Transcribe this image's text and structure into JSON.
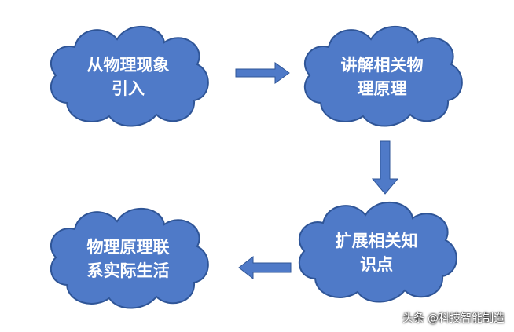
{
  "diagram": {
    "clouds": [
      {
        "id": "cloud-1",
        "lines": [
          "从物理现象",
          "引入"
        ]
      },
      {
        "id": "cloud-2",
        "lines": [
          "讲解相关物",
          "理原理"
        ]
      },
      {
        "id": "cloud-3",
        "lines": [
          "扩展相关知",
          "识点"
        ]
      },
      {
        "id": "cloud-4",
        "lines": [
          "物理原理联",
          "系实际生活"
        ]
      }
    ],
    "colors": {
      "cloud_fill": "#4f7ac8",
      "cloud_stroke": "#2f5597",
      "text": "#ffffff"
    }
  },
  "watermark": {
    "prefix": "头条",
    "handle": "@科技智能制造"
  }
}
